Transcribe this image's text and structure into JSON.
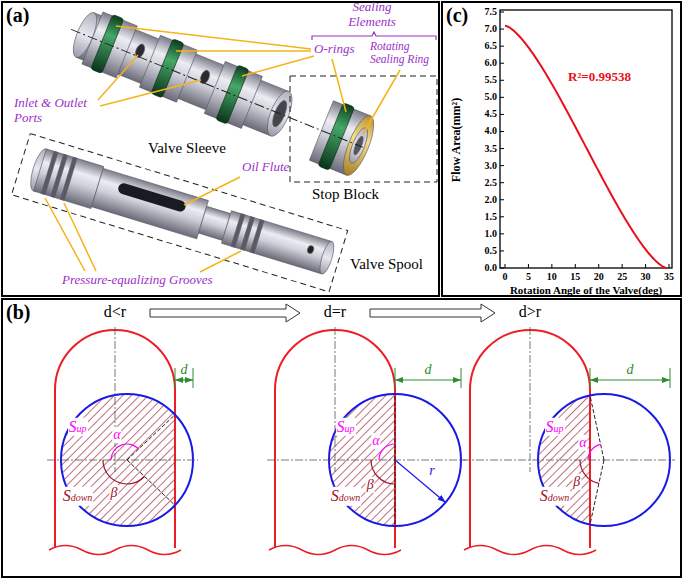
{
  "diagram": {
    "nodes": [
      {
        "text": [
          "(a)"
        ]
      },
      {
        "text": [
          "(c)"
        ]
      },
      {
        "text": [
          "(b)"
        ]
      }
    ],
    "labels": [
      "Sealing Elements",
      "O-rings",
      "Rotating Sealing Ring",
      "Inlet & Outlet Ports",
      "Valve Sleeve",
      "Stop Block",
      "Oil Flute",
      "Pressure-equalizing Grooves",
      "Valve Spool",
      "Flow Area(mm²)",
      "0.0",
      "0.5",
      "1.0",
      "1.5",
      "2.0",
      "2.5",
      "3.0",
      "3.5",
      "4.0",
      "4.5",
      "5.0",
      "5.5",
      "6.0",
      "6.5",
      "7.0",
      "7.5",
      "0",
      "5",
      "10",
      "15",
      "20",
      "25",
      "30",
      "35",
      "Rotation Angle of the Valve(deg)",
      "R²=0.99538",
      "d<r",
      "d=r",
      "d>r",
      "Sup",
      "α",
      "β",
      "Sdown",
      "d",
      "Sup",
      "α",
      "β",
      "Sdown",
      "d",
      "r",
      "Sup",
      "α",
      "β",
      "Sdown",
      "d"
    ]
  }
}
